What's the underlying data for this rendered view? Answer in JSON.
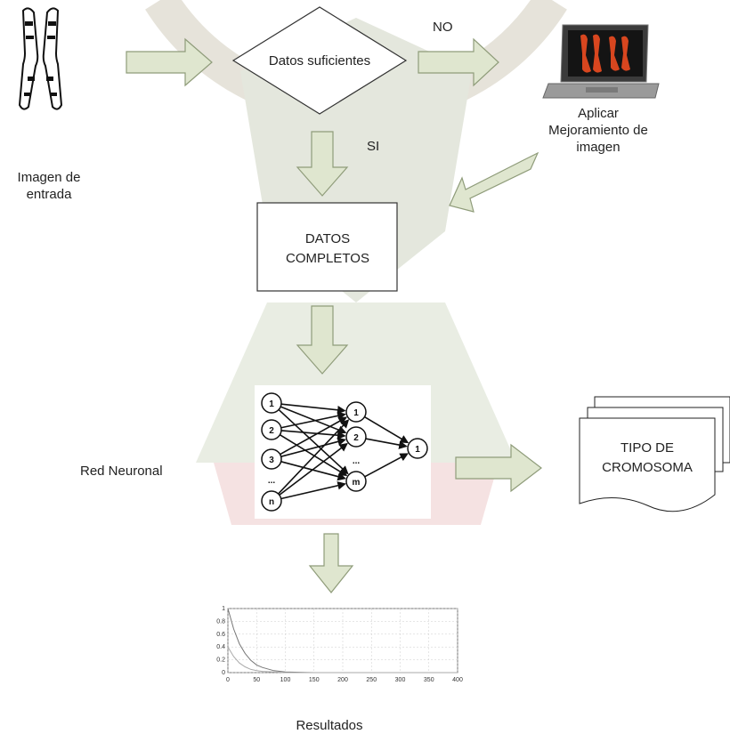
{
  "flow": {
    "input_label": "Imagen de\nentrada",
    "decision": "Datos suficientes",
    "no_label": "NO",
    "si_label": "SI",
    "enhance_label": "Aplicar\nMejoramiento de\nimagen",
    "complete_data": "DATOS\nCOMPLETOS",
    "network_label": "Red Neuronal",
    "output_doc": "TIPO DE\nCROMOSOMA",
    "results_label": "Resultados",
    "arrow_color": "#dfe6cf",
    "arrow_stroke": "#8f9c7a"
  },
  "network": {
    "input_nodes": [
      "1",
      "2",
      "3",
      "n"
    ],
    "hidden_nodes": [
      "1",
      "2",
      "m"
    ],
    "output_nodes": [
      "1"
    ],
    "ellipsis": "..."
  },
  "chart_data": {
    "type": "line",
    "title": "",
    "xlabel": "",
    "ylabel": "",
    "xlim": [
      0,
      400
    ],
    "ylim": [
      0,
      1
    ],
    "x_ticks": [
      "0",
      "50",
      "100",
      "150",
      "200",
      "250",
      "300",
      "350",
      "400"
    ],
    "y_ticks": [
      "0",
      "0.2",
      "0.4",
      "0.6",
      "0.8",
      "1"
    ],
    "grid": true,
    "series": [
      {
        "x": [
          0,
          10,
          20,
          30,
          40,
          50,
          60,
          80,
          100,
          150,
          200,
          400
        ],
        "values": [
          1.0,
          0.68,
          0.45,
          0.3,
          0.19,
          0.12,
          0.08,
          0.03,
          0.01,
          0,
          0,
          0
        ]
      },
      {
        "x": [
          0,
          10,
          20,
          30,
          40,
          50,
          60,
          80,
          100,
          150,
          200,
          400
        ],
        "values": [
          0.4,
          0.25,
          0.15,
          0.09,
          0.05,
          0.03,
          0.02,
          0.01,
          0,
          0,
          0,
          0
        ]
      }
    ]
  }
}
